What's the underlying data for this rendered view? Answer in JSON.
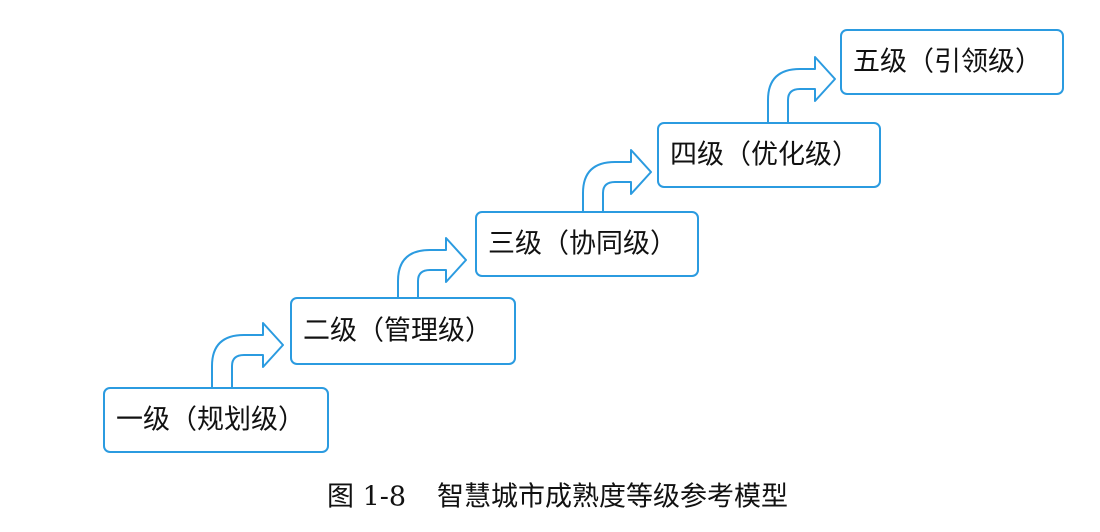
{
  "levels": [
    {
      "label": "一级（规划级）"
    },
    {
      "label": "二级（管理级）"
    },
    {
      "label": "三级（协同级）"
    },
    {
      "label": "四级（优化级）"
    },
    {
      "label": "五级（引领级）"
    }
  ],
  "caption": {
    "figure_number": "图 1-8",
    "title": "智慧城市成熟度等级参考模型"
  },
  "colors": {
    "border": "#2b9be0",
    "box_fill": "#ffffff",
    "text": "#111111"
  }
}
